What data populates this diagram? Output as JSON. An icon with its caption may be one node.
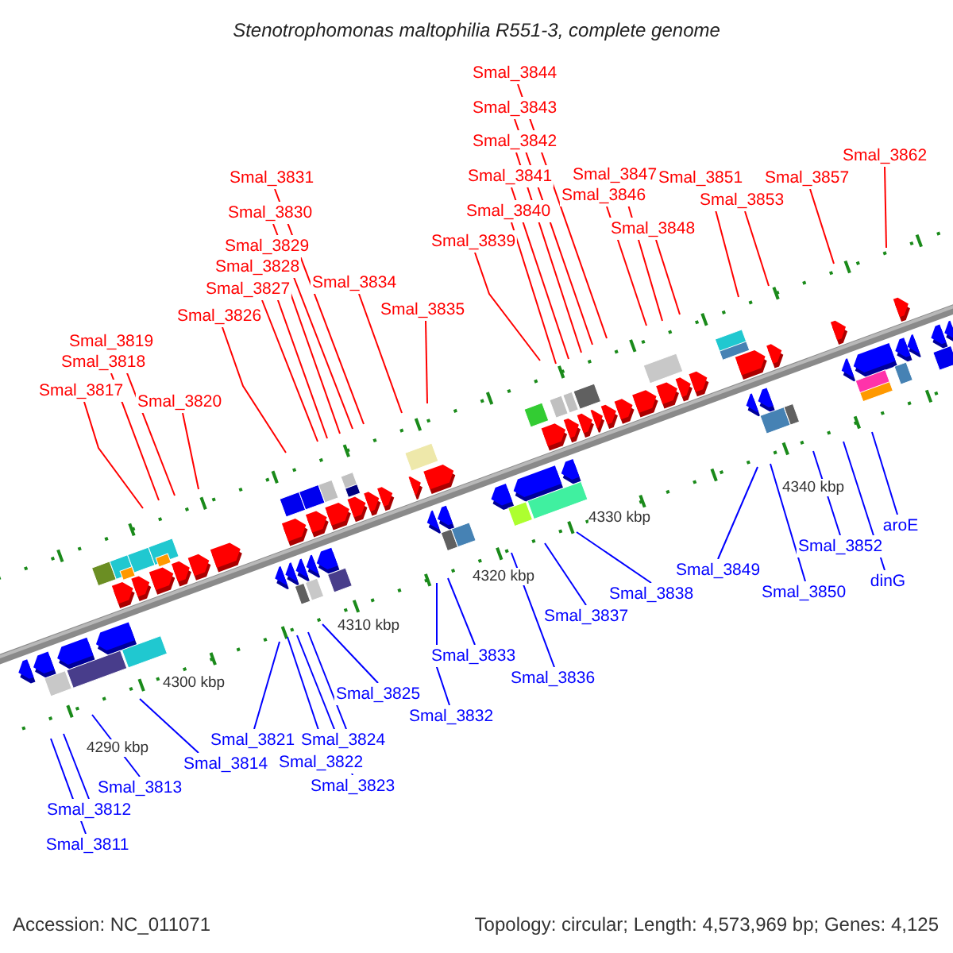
{
  "diagram": {
    "title": "Stenotrophomonas maltophilia R551-3, complete genome",
    "nodes": [
      {
        "text": [
          "Smal_3811"
        ]
      },
      {
        "text": [
          "Smal_3812"
        ]
      },
      {
        "text": [
          "Smal_3813"
        ]
      },
      {
        "text": [
          "Smal_3814"
        ]
      },
      {
        "text": [
          "Smal_3817"
        ]
      },
      {
        "text": [
          "Smal_3818"
        ]
      },
      {
        "text": [
          "Smal_3819"
        ]
      },
      {
        "text": [
          "Smal_3820"
        ]
      },
      {
        "text": [
          "Smal_3821"
        ]
      },
      {
        "text": [
          "Smal_3822"
        ]
      },
      {
        "text": [
          "Smal_3823"
        ]
      },
      {
        "text": [
          "Smal_3824"
        ]
      },
      {
        "text": [
          "Smal_3825"
        ]
      },
      {
        "text": [
          "Smal_3826"
        ]
      },
      {
        "text": [
          "Smal_3827"
        ]
      },
      {
        "text": [
          "Smal_3828"
        ]
      },
      {
        "text": [
          "Smal_3829"
        ]
      },
      {
        "text": [
          "Smal_3830"
        ]
      },
      {
        "text": [
          "Smal_3831"
        ]
      },
      {
        "text": [
          "Smal_3832"
        ]
      },
      {
        "text": [
          "Smal_3833"
        ]
      },
      {
        "text": [
          "Smal_3834"
        ]
      },
      {
        "text": [
          "Smal_3835"
        ]
      },
      {
        "text": [
          "Smal_3836"
        ]
      },
      {
        "text": [
          "Smal_3837"
        ]
      },
      {
        "text": [
          "Smal_3838"
        ]
      },
      {
        "text": [
          "Smal_3839"
        ]
      },
      {
        "text": [
          "Smal_3840"
        ]
      },
      {
        "text": [
          "Smal_3841"
        ]
      },
      {
        "text": [
          "Smal_3842"
        ]
      },
      {
        "text": [
          "Smal_3843"
        ]
      },
      {
        "text": [
          "Smal_3844"
        ]
      },
      {
        "text": [
          "Smal_3846"
        ]
      },
      {
        "text": [
          "Smal_3847"
        ]
      },
      {
        "text": [
          "Smal_3848"
        ]
      },
      {
        "text": [
          "Smal_3849"
        ]
      },
      {
        "text": [
          "Smal_3850"
        ]
      },
      {
        "text": [
          "Smal_3851"
        ]
      },
      {
        "text": [
          "Smal_3852"
        ]
      },
      {
        "text": [
          "Smal_3853"
        ]
      },
      {
        "text": [
          "Smal_3857"
        ]
      },
      {
        "text": [
          "Smal_3862"
        ]
      },
      {
        "text": [
          "dinG"
        ]
      },
      {
        "text": [
          "aroE"
        ]
      }
    ],
    "edges": [
      {
        "from": 0,
        "to": null,
        "arrow": "none",
        "color": "#0000ff"
      },
      {
        "from": 1,
        "to": null,
        "arrow": "none",
        "color": "#0000ff"
      },
      {
        "from": 2,
        "to": null,
        "arrow": "none",
        "color": "#0000ff"
      },
      {
        "from": 3,
        "to": null,
        "arrow": "none",
        "color": "#0000ff"
      },
      {
        "from": 4,
        "to": null,
        "arrow": "none"
      },
      {
        "from": 5,
        "to": null,
        "arrow": "none"
      },
      {
        "from": 6,
        "to": null,
        "arrow": "none"
      },
      {
        "from": 7,
        "to": null,
        "arrow": "none"
      },
      {
        "from": 8,
        "to": null,
        "arrow": "none",
        "color": "#0000ff"
      },
      {
        "from": 9,
        "to": null,
        "arrow": "none",
        "color": "#0000ff"
      },
      {
        "from": 10,
        "to": null,
        "arrow": "none",
        "color": "#0000ff"
      },
      {
        "from": 11,
        "to": null,
        "arrow": "none",
        "color": "#0000ff"
      },
      {
        "from": 12,
        "to": null,
        "arrow": "none",
        "color": "#0000ff"
      },
      {
        "from": 13,
        "to": null,
        "arrow": "none"
      },
      {
        "from": 14,
        "to": null,
        "arrow": "none"
      },
      {
        "from": 15,
        "to": null,
        "arrow": "none"
      },
      {
        "from": 16,
        "to": null,
        "arrow": "none"
      },
      {
        "from": 17,
        "to": null,
        "arrow": "none"
      },
      {
        "from": 18,
        "to": null,
        "arrow": "none"
      },
      {
        "from": 19,
        "to": null,
        "arrow": "none",
        "color": "#0000ff"
      },
      {
        "from": 20,
        "to": null,
        "arrow": "none",
        "color": "#0000ff"
      },
      {
        "from": 21,
        "to": null,
        "arrow": "none"
      },
      {
        "from": 22,
        "to": null,
        "arrow": "none"
      },
      {
        "from": 23,
        "to": null,
        "arrow": "none",
        "color": "#0000ff"
      },
      {
        "from": 24,
        "to": null,
        "arrow": "none",
        "color": "#0000ff"
      },
      {
        "from": 25,
        "to": null,
        "arrow": "none",
        "color": "#0000ff"
      },
      {
        "from": 26,
        "to": null,
        "arrow": "none"
      },
      {
        "from": 27,
        "to": null,
        "arrow": "none"
      },
      {
        "from": 28,
        "to": null,
        "arrow": "none"
      },
      {
        "from": 29,
        "to": null,
        "arrow": "none"
      },
      {
        "from": 30,
        "to": null,
        "arrow": "none"
      },
      {
        "from": 31,
        "to": null,
        "arrow": "none"
      },
      {
        "from": 32,
        "to": null,
        "arrow": "none"
      },
      {
        "from": 33,
        "to": null,
        "arrow": "none"
      },
      {
        "from": 34,
        "to": null,
        "arrow": "none"
      },
      {
        "from": 35,
        "to": null,
        "arrow": "none",
        "color": "#0000ff"
      },
      {
        "from": 36,
        "to": null,
        "arrow": "none",
        "color": "#0000ff"
      },
      {
        "from": 37,
        "to": null,
        "arrow": "none"
      },
      {
        "from": 38,
        "to": null,
        "arrow": "none",
        "color": "#0000ff"
      },
      {
        "from": 39,
        "to": null,
        "arrow": "none"
      },
      {
        "from": 40,
        "to": null,
        "arrow": "none"
      },
      {
        "from": 41,
        "to": null,
        "arrow": "none"
      },
      {
        "from": 42,
        "to": null,
        "arrow": "none",
        "color": "#0000ff"
      },
      {
        "from": 43,
        "to": null,
        "arrow": "none",
        "color": "#0000ff"
      }
    ],
    "labels": [
      "4290 kbp",
      "4300 kbp",
      "4310 kbp",
      "4320 kbp",
      "4330 kbp",
      "4340 kbp",
      "Accession: NC_011071",
      "Topology: circular; Length: 4,573,969 bp; Genes: 4,125"
    ]
  }
}
